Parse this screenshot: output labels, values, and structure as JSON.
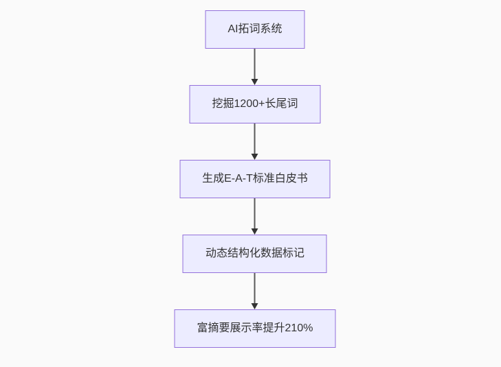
{
  "diagram": {
    "type": "flowchart",
    "direction": "top-down",
    "nodes": [
      {
        "id": "node-1",
        "label": "AI拓词系统"
      },
      {
        "id": "node-2",
        "label": "挖掘1200+长尾词"
      },
      {
        "id": "node-3",
        "label": "生成E-A-T标准白皮书"
      },
      {
        "id": "node-4",
        "label": "动态结构化数据标记"
      },
      {
        "id": "node-5",
        "label": "富摘要展示率提升210%"
      }
    ],
    "edges": [
      {
        "from": "node-1",
        "to": "node-2",
        "style": "arrow"
      },
      {
        "from": "node-2",
        "to": "node-3",
        "style": "arrow"
      },
      {
        "from": "node-3",
        "to": "node-4",
        "style": "arrow"
      },
      {
        "from": "node-4",
        "to": "node-5",
        "style": "arrow"
      }
    ],
    "colors": {
      "background": "#fafafa",
      "node_fill": "#ECECFF",
      "node_border": "#9370DB",
      "text": "#333333",
      "arrow_line": "#5a5a5a",
      "arrow_head": "#333333"
    }
  }
}
